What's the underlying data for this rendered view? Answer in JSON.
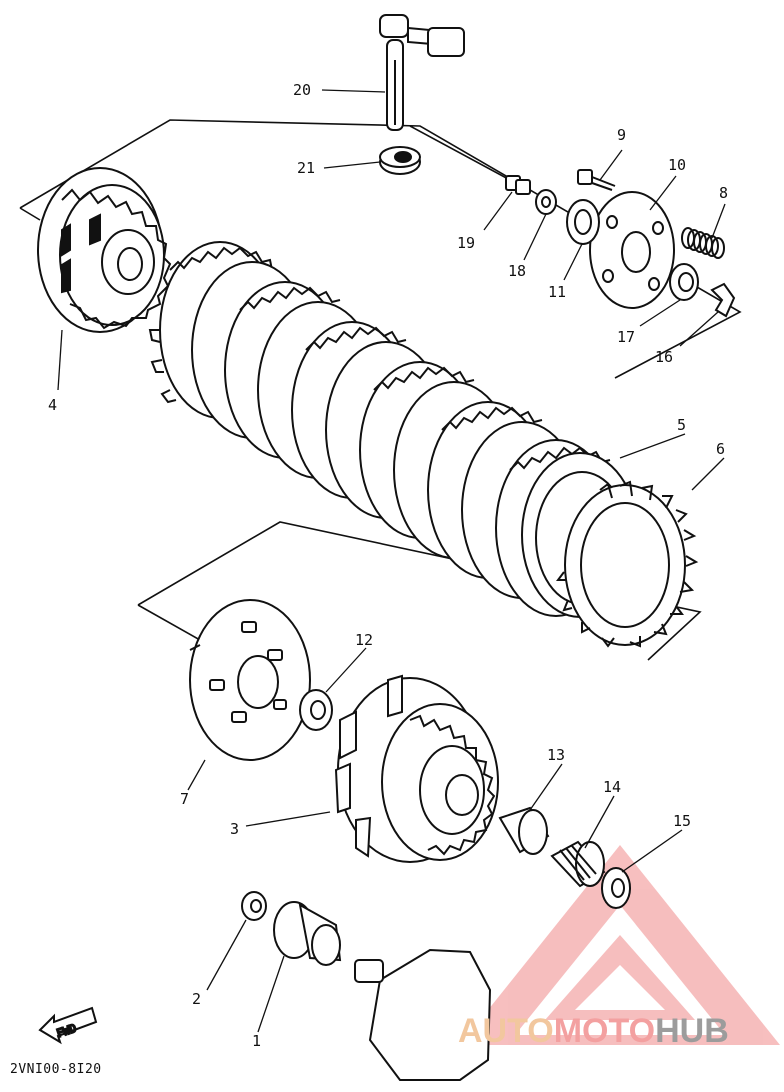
{
  "diagram": {
    "parts": [
      {
        "id": "1",
        "label": "1"
      },
      {
        "id": "2",
        "label": "2"
      },
      {
        "id": "3",
        "label": "3"
      },
      {
        "id": "4",
        "label": "4"
      },
      {
        "id": "5",
        "label": "5"
      },
      {
        "id": "6",
        "label": "6"
      },
      {
        "id": "7",
        "label": "7"
      },
      {
        "id": "8",
        "label": "8"
      },
      {
        "id": "9",
        "label": "9"
      },
      {
        "id": "10",
        "label": "10"
      },
      {
        "id": "11",
        "label": "11"
      },
      {
        "id": "12",
        "label": "12"
      },
      {
        "id": "13",
        "label": "13"
      },
      {
        "id": "14",
        "label": "14"
      },
      {
        "id": "15",
        "label": "15"
      },
      {
        "id": "16",
        "label": "16"
      },
      {
        "id": "17",
        "label": "17"
      },
      {
        "id": "18",
        "label": "18"
      },
      {
        "id": "19",
        "label": "19"
      },
      {
        "id": "20",
        "label": "20"
      },
      {
        "id": "21",
        "label": "21"
      }
    ],
    "direction_label": "FWD",
    "drawing_code": "2VNI00-8I20"
  },
  "watermark": {
    "part1": "AUTO",
    "part2": "MOTO",
    "part3": "HUB",
    "icon": "warning-triangle-logo"
  }
}
